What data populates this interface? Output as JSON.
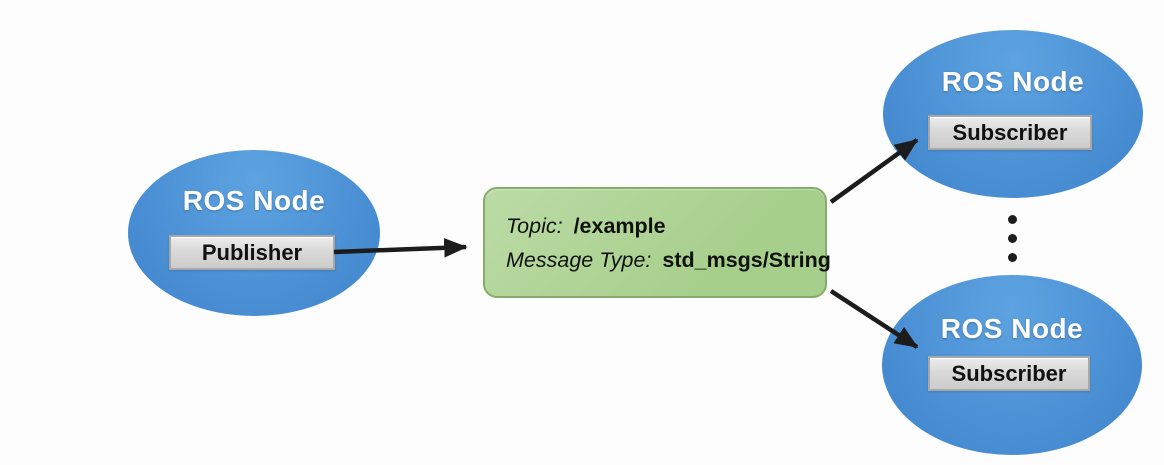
{
  "colors": {
    "page-bg": "#fdfdfd",
    "node-fill": "#4a8fd4",
    "node-fill-light": "#5ea3e0",
    "node-fill-dark": "#3f84cb",
    "node-text": "#ffffff",
    "topic-fill": "#a7cf8c",
    "topic-fill-light": "#bcdba6",
    "topic-border": "#85ad69",
    "role-fill": "#d9d9d9",
    "role-border": "#a8a8a8",
    "arrow": "#1c1c1c",
    "text": "#111111"
  },
  "publisher_node": {
    "title": "ROS Node",
    "role": "Publisher"
  },
  "topic_box": {
    "topic_label": "Topic:",
    "topic_value": "/example",
    "type_label": "Message Type:",
    "type_value": "std_msgs/String"
  },
  "subscriber_nodes": [
    {
      "title": "ROS Node",
      "role": "Subscriber"
    },
    {
      "title": "ROS Node",
      "role": "Subscriber"
    }
  ]
}
